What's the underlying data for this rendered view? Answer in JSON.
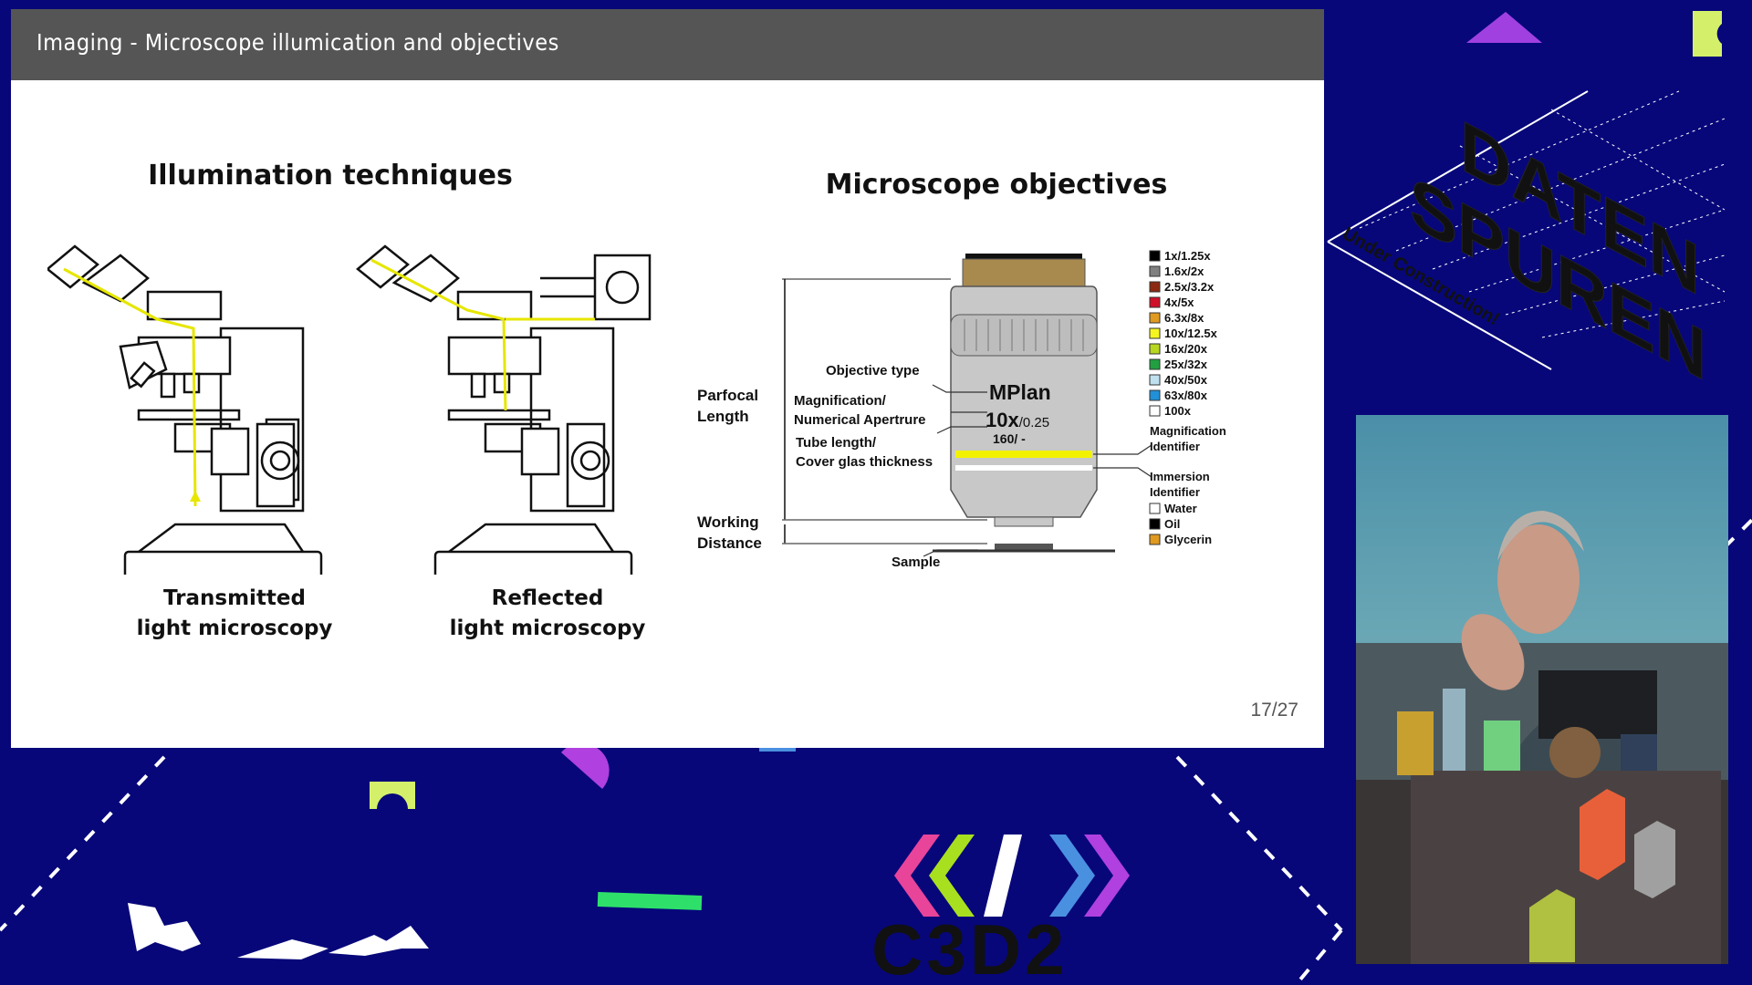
{
  "slide": {
    "title": "Imaging - Microscope illumication and objectives",
    "page_number": "17/27",
    "illumination": {
      "heading": "Illumination techniques",
      "transmitted_line1": "Transmitted",
      "transmitted_line2": "light microscopy",
      "reflected_line1": "Reflected",
      "reflected_line2": "light microscopy"
    },
    "objectives": {
      "heading": "Microscope objectives",
      "parfocal_1": "Parfocal",
      "parfocal_2": "Length",
      "working_1": "Working",
      "working_2": "Distance",
      "objective_type": "Objective type",
      "mag_label_1": "Magnification/",
      "mag_label_2": "Numerical Apertrure",
      "tube_label_1": "Tube length/",
      "tube_label_2": "Cover glas thickness",
      "sample": "Sample",
      "engraving_type": "MPlan",
      "engraving_mag": "10x",
      "engraving_na": "/0.25",
      "engraving_tube": "160/ -",
      "magnification_identifier_1": "Magnification",
      "magnification_identifier_2": "Identifier",
      "immersion_identifier_1": "Immersion",
      "immersion_identifier_2": "Identifier",
      "magnification_legend": [
        {
          "label": "1x/1.25x",
          "color": "#000000"
        },
        {
          "label": "1.6x/2x",
          "color": "#808080"
        },
        {
          "label": "2.5x/3.2x",
          "color": "#8b2a10"
        },
        {
          "label": "4x/5x",
          "color": "#d0102a"
        },
        {
          "label": "6.3x/8x",
          "color": "#e09a20"
        },
        {
          "label": "10x/12.5x",
          "color": "#f5f520"
        },
        {
          "label": "16x/20x",
          "color": "#b8d820"
        },
        {
          "label": "25x/32x",
          "color": "#20a040"
        },
        {
          "label": "40x/50x",
          "color": "#c0e0f0"
        },
        {
          "label": "63x/80x",
          "color": "#2090d8"
        },
        {
          "label": "100x",
          "color": "#ffffff"
        }
      ],
      "immersion_legend": [
        {
          "label": "Water",
          "color": "#ffffff"
        },
        {
          "label": "Oil",
          "color": "#000000"
        },
        {
          "label": "Glycerin",
          "color": "#e09a20"
        }
      ]
    }
  },
  "branding": {
    "event_logo": "DATEN SPUREN",
    "event_tagline": "Under Construction!",
    "org_logo": "C3D2",
    "background_color": "#07077a",
    "accent_pink": "#e8449a"
  }
}
